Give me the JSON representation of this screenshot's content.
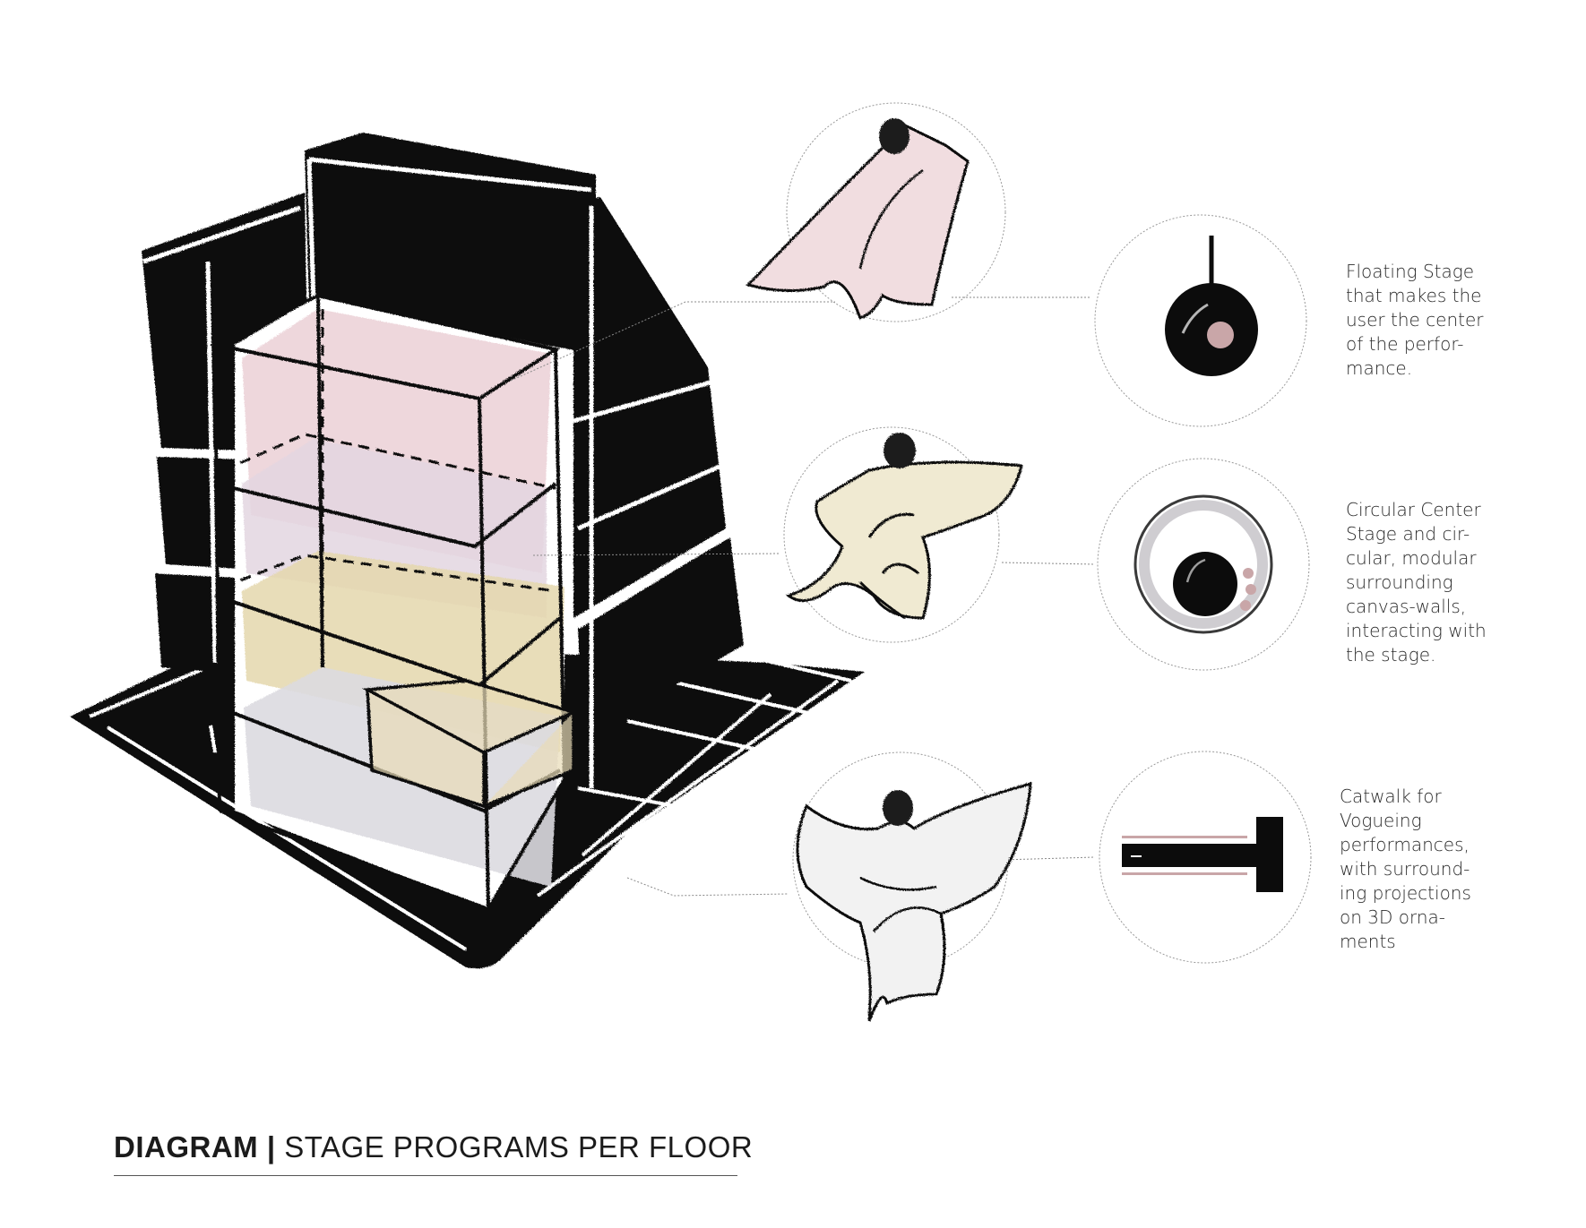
{
  "diagram": {
    "title_bold": "DIAGRAM |",
    "title_rest": " STAGE PROGRAMS PER FLOOR",
    "programs": [
      {
        "caption": "Floating Stage\nthat makes the\nuser the center\nof the perfor-\nmance.",
        "icon": "floating-stage-icon",
        "figure": "dancer-figure-pink"
      },
      {
        "caption": "Circular Center\nStage and cir-\ncular, modular\nsurrounding\ncanvas-walls,\ninteracting with\nthe stage.",
        "icon": "circular-stage-icon",
        "figure": "dancer-figure-cream"
      },
      {
        "caption": "Catwalk for\nVogueing\nperformances,\nwith surround-\ning projections\non 3D orna-\nments",
        "icon": "catwalk-icon",
        "figure": "dancer-figure-white"
      }
    ],
    "colors": {
      "ink": "#0c0c0c",
      "pink": "#ecd3d8",
      "cream": "#efe8cc",
      "gold": "#ddcfa6",
      "grey": "#d8d6dc",
      "dot_pink": "#c9a6a8"
    }
  }
}
